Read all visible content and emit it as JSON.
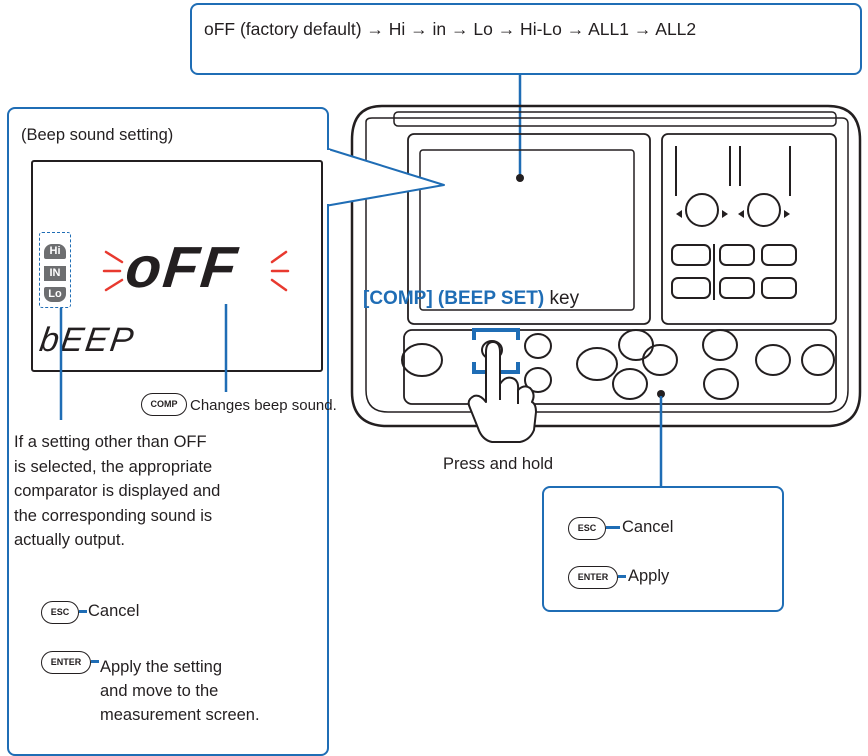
{
  "mode_sequence": "oFF (factory default) → Hi → in → Lo → Hi-Lo → ALL1 → ALL2",
  "panel": {
    "title": "(Beep sound setting)",
    "lcd": {
      "indicators": [
        "Hi",
        "IN",
        "Lo"
      ],
      "value": "oFF",
      "parameter": "bEEP"
    },
    "comp_key_icon": "COMP",
    "comp_note": "Changes beep sound.",
    "comparator_note": [
      "If a setting other than OFF",
      "is selected, the appropriate",
      "comparator is displayed and",
      "the corresponding sound is",
      "actually output."
    ],
    "esc_icon": "ESC",
    "cancel_label": "Cancel",
    "enter_icon": "ENTER",
    "apply_lines": [
      "Apply the setting",
      "and move to the",
      "measurement screen."
    ]
  },
  "device": {
    "key_label_bold": "[COMP] (BEEP SET)",
    "key_label_plain": "key",
    "press_label": "Press and hold"
  },
  "confirm": {
    "esc_icon": "ESC",
    "cancel_label": "Cancel",
    "enter_icon": "ENTER",
    "apply_label": "Apply"
  },
  "colors": {
    "accent": "#1f6db5",
    "blink": "#e8392f",
    "ink": "#231f20"
  }
}
